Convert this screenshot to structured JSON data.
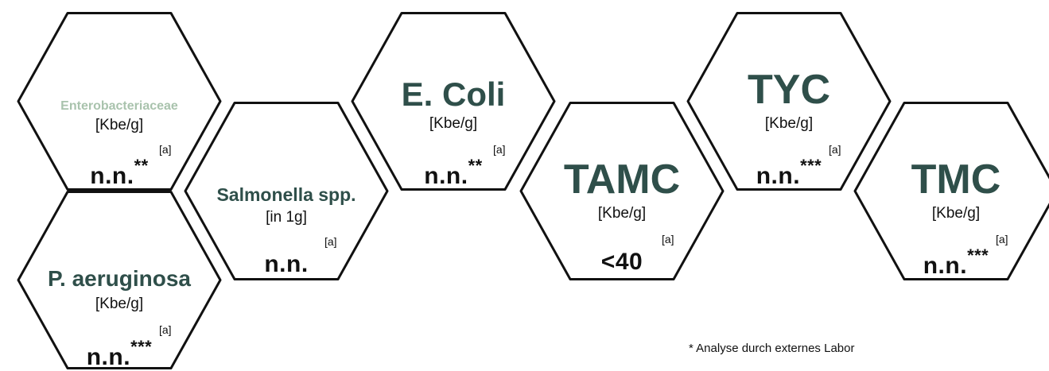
{
  "hexes": [
    {
      "id": "enterobacteriaceae",
      "name": "Enterobacteriaceae",
      "unit": "[Kbe/g]",
      "note": "[a]",
      "value": "n.n.",
      "stars": "**",
      "name_color": "#a9c3ad"
    },
    {
      "id": "salmonella",
      "name": "Salmonella spp.",
      "unit": "[in 1g]",
      "note": "[a]",
      "value": "n.n.",
      "stars": "",
      "name_color": "#2f4f4a"
    },
    {
      "id": "e-coli",
      "name": "E. Coli",
      "unit": "[Kbe/g]",
      "note": "[a]",
      "value": "n.n.",
      "stars": "**",
      "name_color": "#2f4f4a"
    },
    {
      "id": "tamc",
      "name": "TAMC",
      "unit": "[Kbe/g]",
      "note": "[a]",
      "value": "<40",
      "stars": "",
      "name_color": "#2f4f4a"
    },
    {
      "id": "tyc",
      "name": "TYC",
      "unit": "[Kbe/g]",
      "note": "[a]",
      "value": "n.n.",
      "stars": "***",
      "name_color": "#2f4f4a"
    },
    {
      "id": "tmc",
      "name": "TMC",
      "unit": "[Kbe/g]",
      "note": "[a]",
      "value": "n.n.",
      "stars": "***",
      "name_color": "#2f4f4a"
    },
    {
      "id": "p-aeruginosa",
      "name": "P. aeruginosa",
      "unit": "[Kbe/g]",
      "note": "[a]",
      "value": "n.n.",
      "stars": "***",
      "name_color": "#2f4f4a"
    }
  ],
  "footnote": "* Analyse durch externes Labor"
}
